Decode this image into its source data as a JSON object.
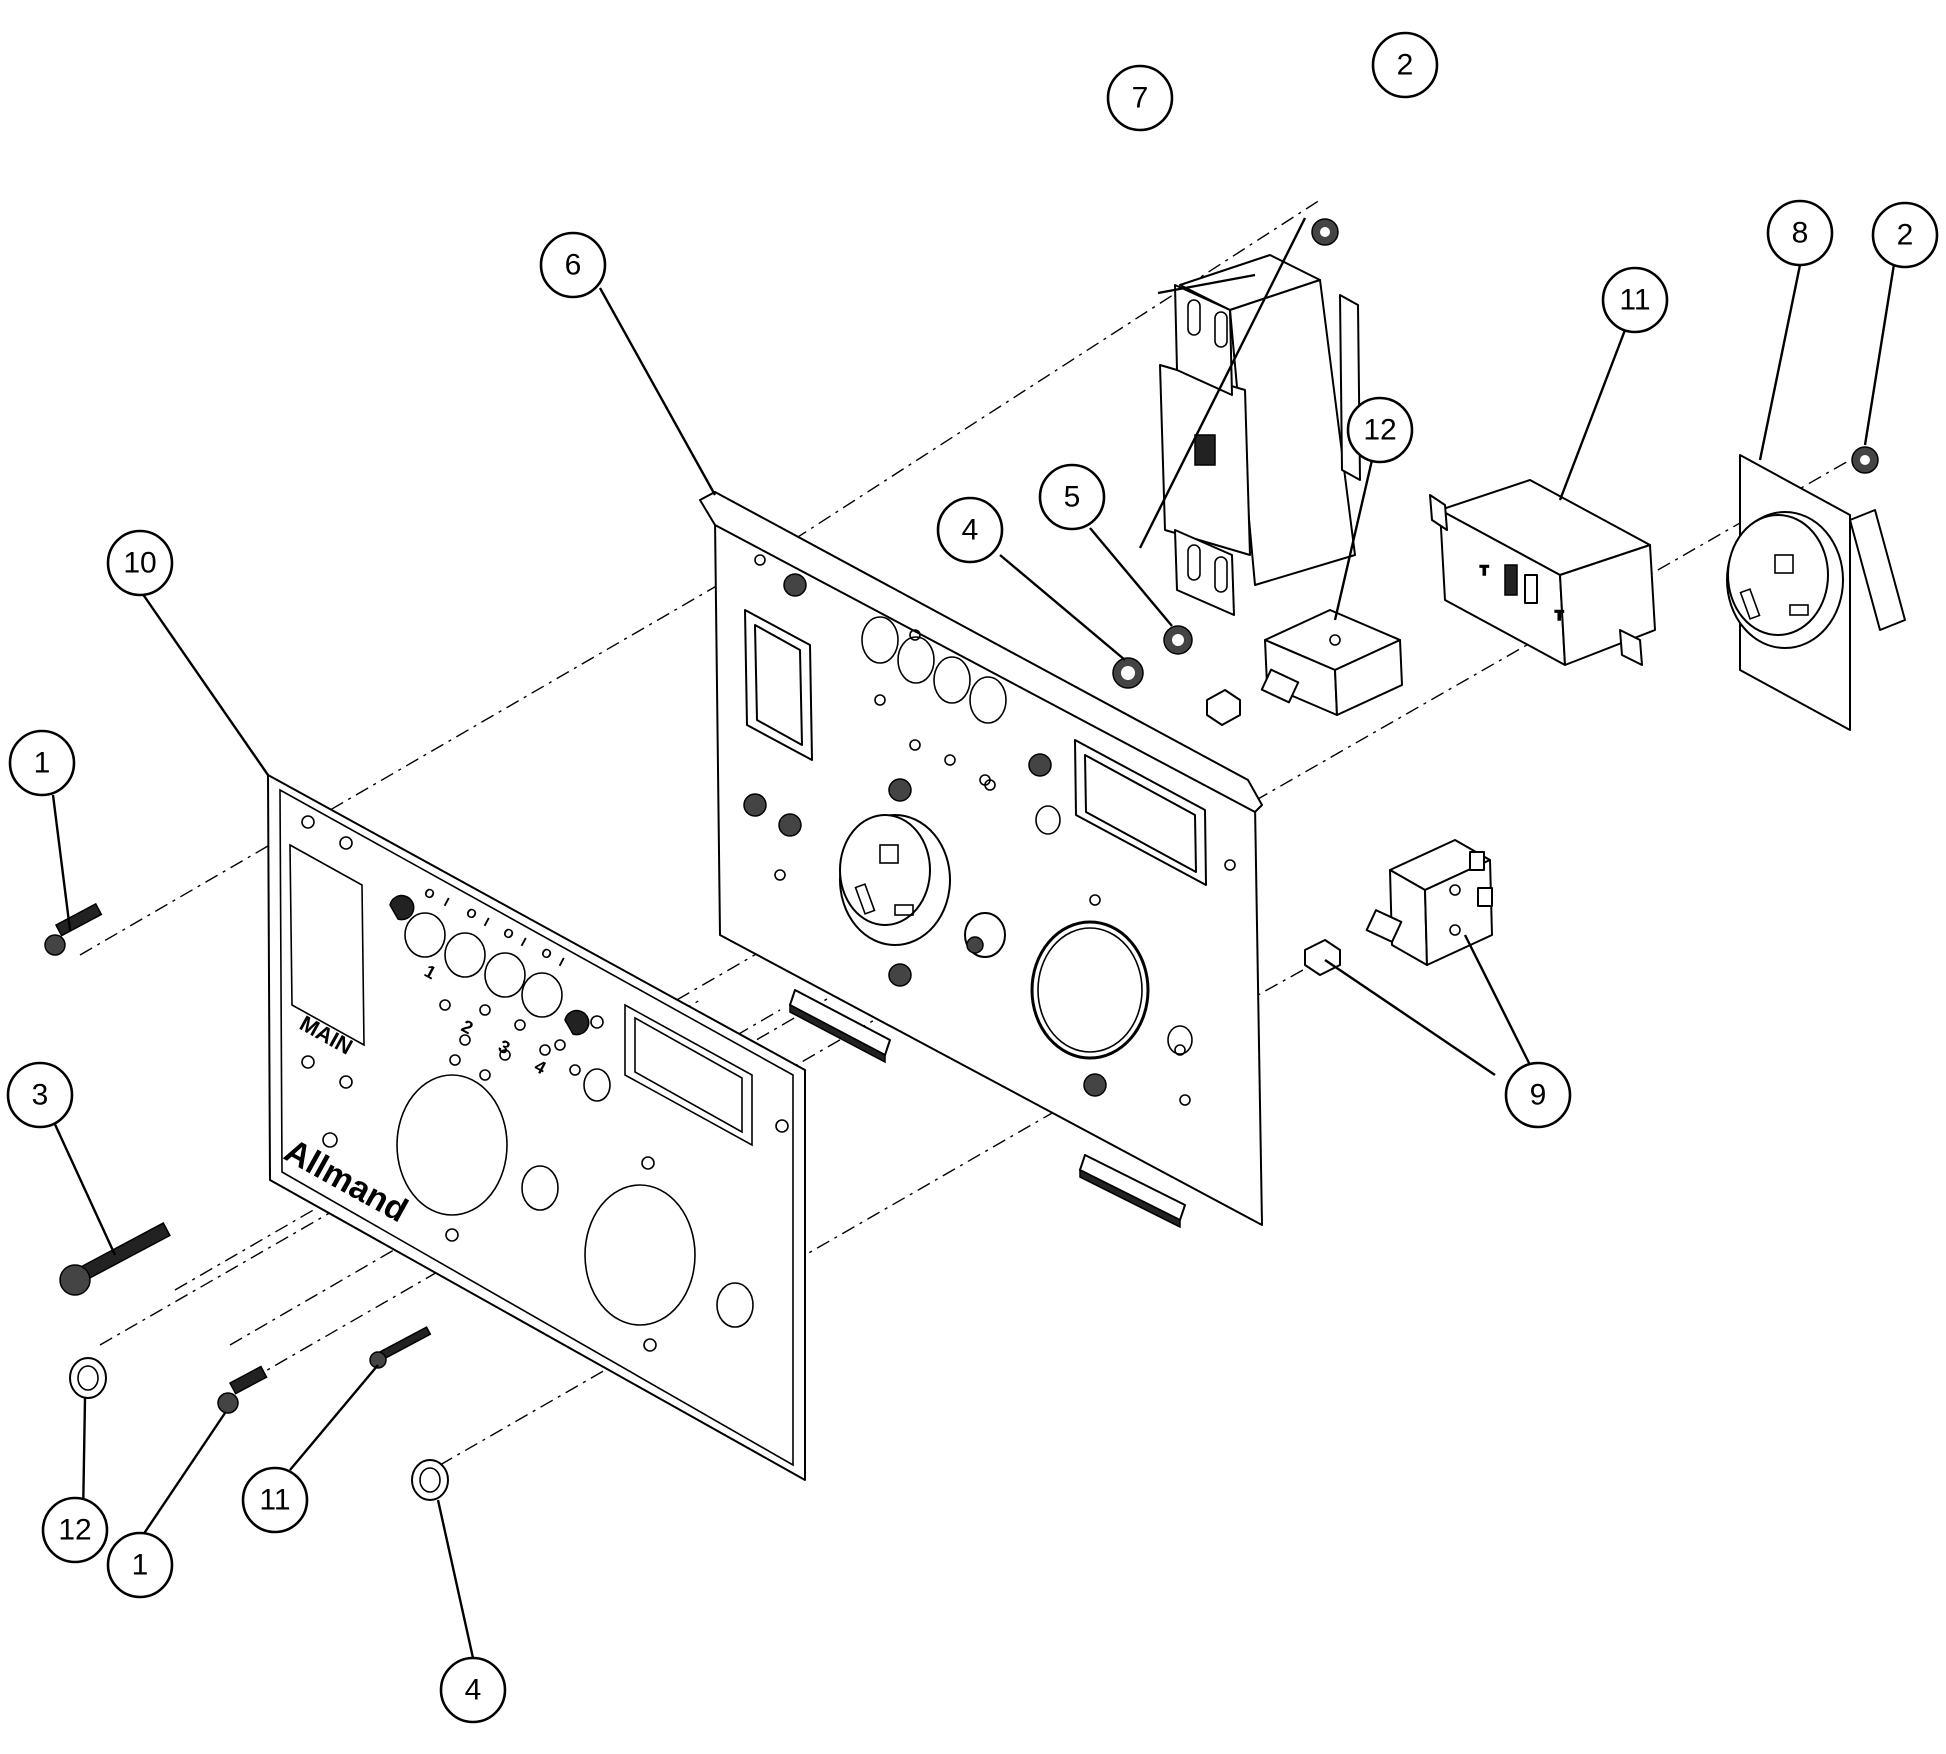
{
  "panel_labels": {
    "main": "MAIN",
    "brand_logo": "Allmand",
    "outlet_numbers": [
      "1",
      "2",
      "3",
      "4"
    ],
    "switch_marks": [
      "O",
      "I",
      "O",
      "I",
      "O",
      "I",
      "O",
      "I"
    ]
  },
  "callouts": [
    {
      "id": "c1a",
      "label": "1"
    },
    {
      "id": "c1b",
      "label": "1"
    },
    {
      "id": "c2a",
      "label": "2"
    },
    {
      "id": "c2b",
      "label": "2"
    },
    {
      "id": "c3",
      "label": "3"
    },
    {
      "id": "c4a",
      "label": "4"
    },
    {
      "id": "c4b",
      "label": "4"
    },
    {
      "id": "c5",
      "label": "5"
    },
    {
      "id": "c6",
      "label": "6"
    },
    {
      "id": "c7",
      "label": "7"
    },
    {
      "id": "c8",
      "label": "8"
    },
    {
      "id": "c9",
      "label": "9"
    },
    {
      "id": "c10",
      "label": "10"
    },
    {
      "id": "c11a",
      "label": "11"
    },
    {
      "id": "c11b",
      "label": "11"
    },
    {
      "id": "c12a",
      "label": "12"
    },
    {
      "id": "c12b",
      "label": "12"
    }
  ]
}
